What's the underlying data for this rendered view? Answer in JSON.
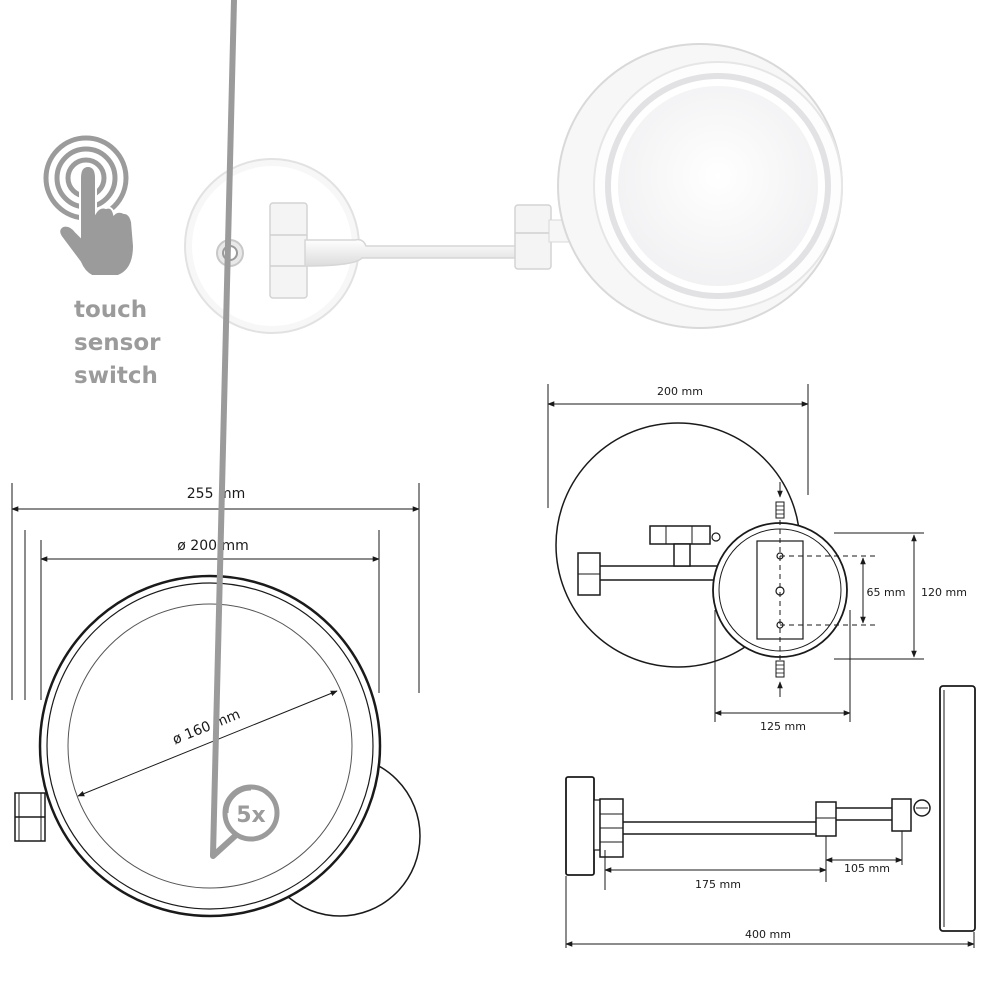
{
  "touch_sensor": {
    "lines": [
      "touch",
      "sensor",
      "switch"
    ],
    "icon": "touch-finger-icon",
    "color": "#9b9b9b"
  },
  "front_view": {
    "overall_width": "255 mm",
    "outer_diameter": "ø 200 mm",
    "mirror_diameter": "ø 160 mm",
    "magnification": "5x",
    "magnification_icon": "magnifier-icon"
  },
  "mount_view": {
    "width": "200 mm",
    "hole_spacing": "65 mm",
    "plate_height": "120 mm",
    "plate_width": "125 mm"
  },
  "side_view": {
    "arm_length": "175 mm",
    "arm_second_length": "105 mm",
    "overall_length": "400 mm"
  }
}
